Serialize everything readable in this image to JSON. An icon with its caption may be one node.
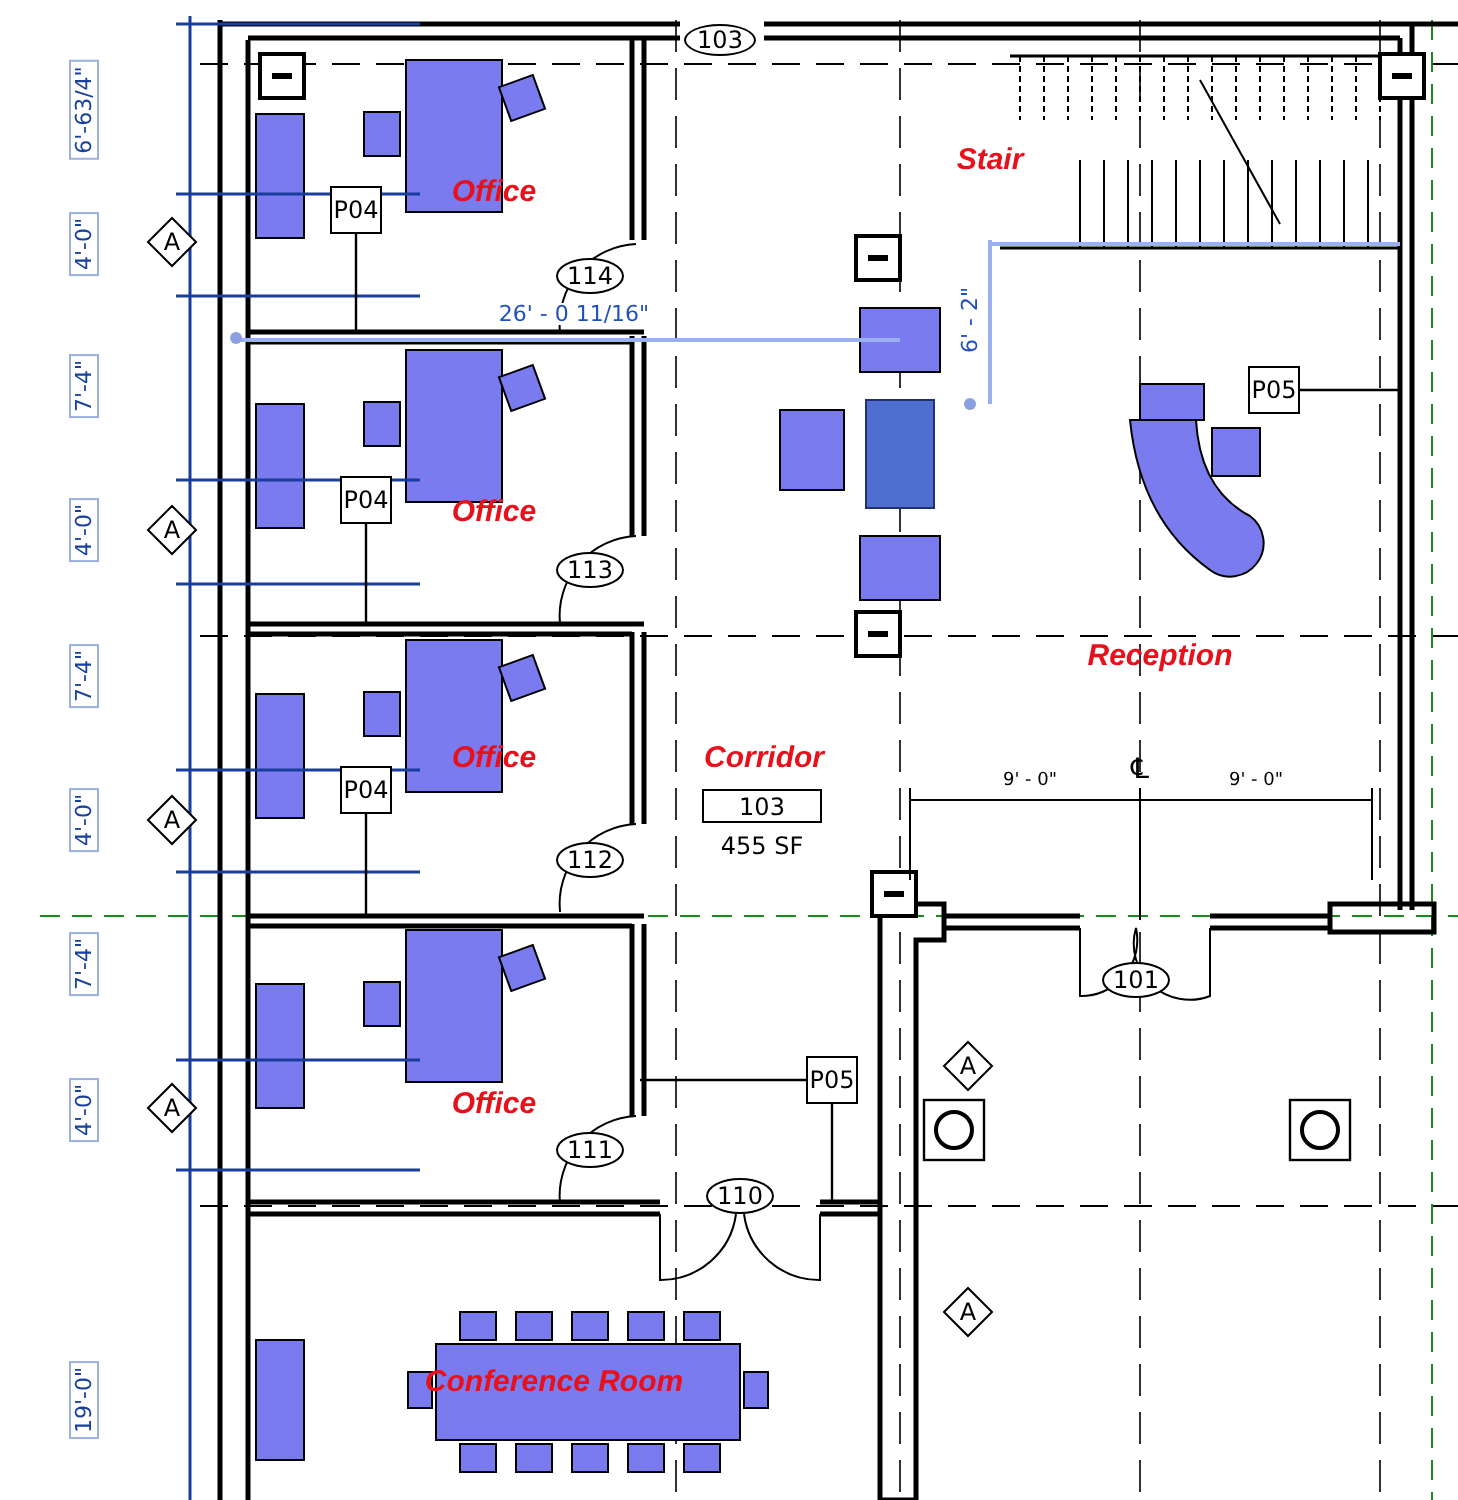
{
  "diagram": {
    "nodes": [
      {
        "text": [
          "103"
        ]
      },
      {
        "text": [
          "A"
        ]
      },
      {
        "text": [
          "P04"
        ]
      },
      {
        "text": [
          "114"
        ]
      },
      {
        "text": [
          "P05"
        ]
      },
      {
        "text": [
          "A"
        ]
      },
      {
        "text": [
          "P04"
        ]
      },
      {
        "text": [
          "113"
        ]
      },
      {
        "text": [
          "A"
        ]
      },
      {
        "text": [
          "P04"
        ]
      },
      {
        "text": [
          "103"
        ],
        "beside": [
          "455 SF"
        ]
      },
      {
        "text": [
          "112"
        ]
      },
      {
        "text": [
          "101"
        ]
      },
      {
        "text": [
          "A"
        ]
      },
      {
        "text": [
          "P05"
        ]
      },
      {
        "text": [
          "A"
        ]
      },
      {
        "text": [
          "111"
        ]
      },
      {
        "text": [
          "110"
        ]
      },
      {
        "text": [
          "A"
        ]
      }
    ],
    "edges": [
      {
        "from": 2,
        "to": null,
        "arrow": "none"
      },
      {
        "from": 4,
        "to": null,
        "arrow": "none"
      },
      {
        "from": 6,
        "to": null,
        "arrow": "none"
      },
      {
        "from": 9,
        "to": null,
        "arrow": "none"
      },
      {
        "from": 14,
        "to": null,
        "arrow": "none"
      },
      {
        "from": 14,
        "to": null,
        "arrow": "none"
      }
    ],
    "labels": [
      "6'-63/4\"",
      "Stair",
      "Office",
      "4'-0\"",
      "26' - 0 11/16\"",
      "6' - 2\"",
      "7'-4\"",
      "Office",
      "4'-0\"",
      "Reception",
      "7'-4\"",
      "Office",
      "Corridor",
      "℄",
      "9' - 0\"",
      "9' - 0\"",
      "4'-0\"",
      "7'-4\"",
      "Office",
      "4'-0\"",
      "19'-0\"",
      "Conference Room"
    ]
  }
}
